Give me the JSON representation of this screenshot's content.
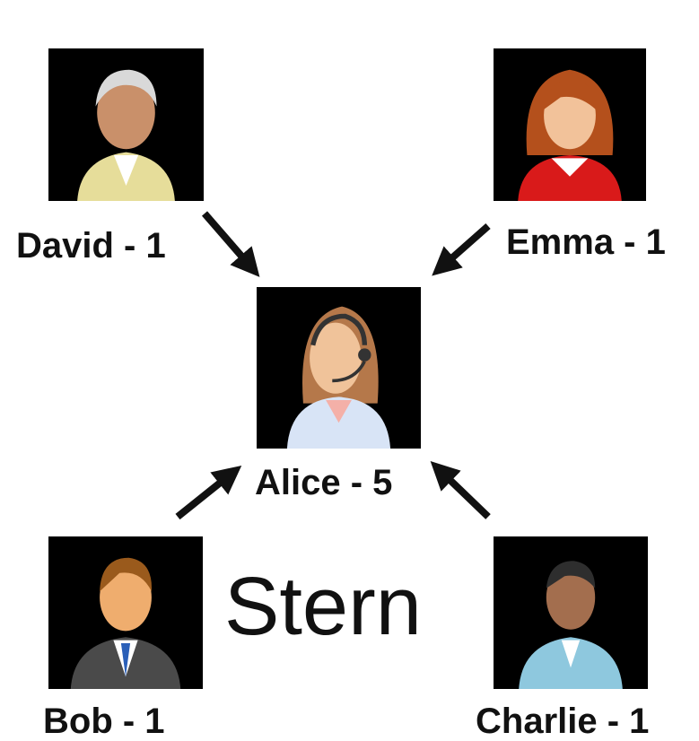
{
  "title": "Stern",
  "hub": {
    "name": "Alice",
    "count": "5",
    "label": "Alice - 5",
    "icon": "support-agent-avatar-icon"
  },
  "spokes": [
    {
      "name": "David",
      "count": "1",
      "label": "David - 1",
      "icon": "old-man-avatar-icon"
    },
    {
      "name": "Emma",
      "count": "1",
      "label": "Emma - 1",
      "icon": "woman-avatar-icon"
    },
    {
      "name": "Bob",
      "count": "1",
      "label": "Bob - 1",
      "icon": "businessman-avatar-icon"
    },
    {
      "name": "Charlie",
      "count": "1",
      "label": "Charlie - 1",
      "icon": "man-avatar-icon"
    }
  ],
  "colors": {
    "background": "#ffffff",
    "avatar_bg": "#000000",
    "arrow": "#111111",
    "text": "#111111"
  }
}
